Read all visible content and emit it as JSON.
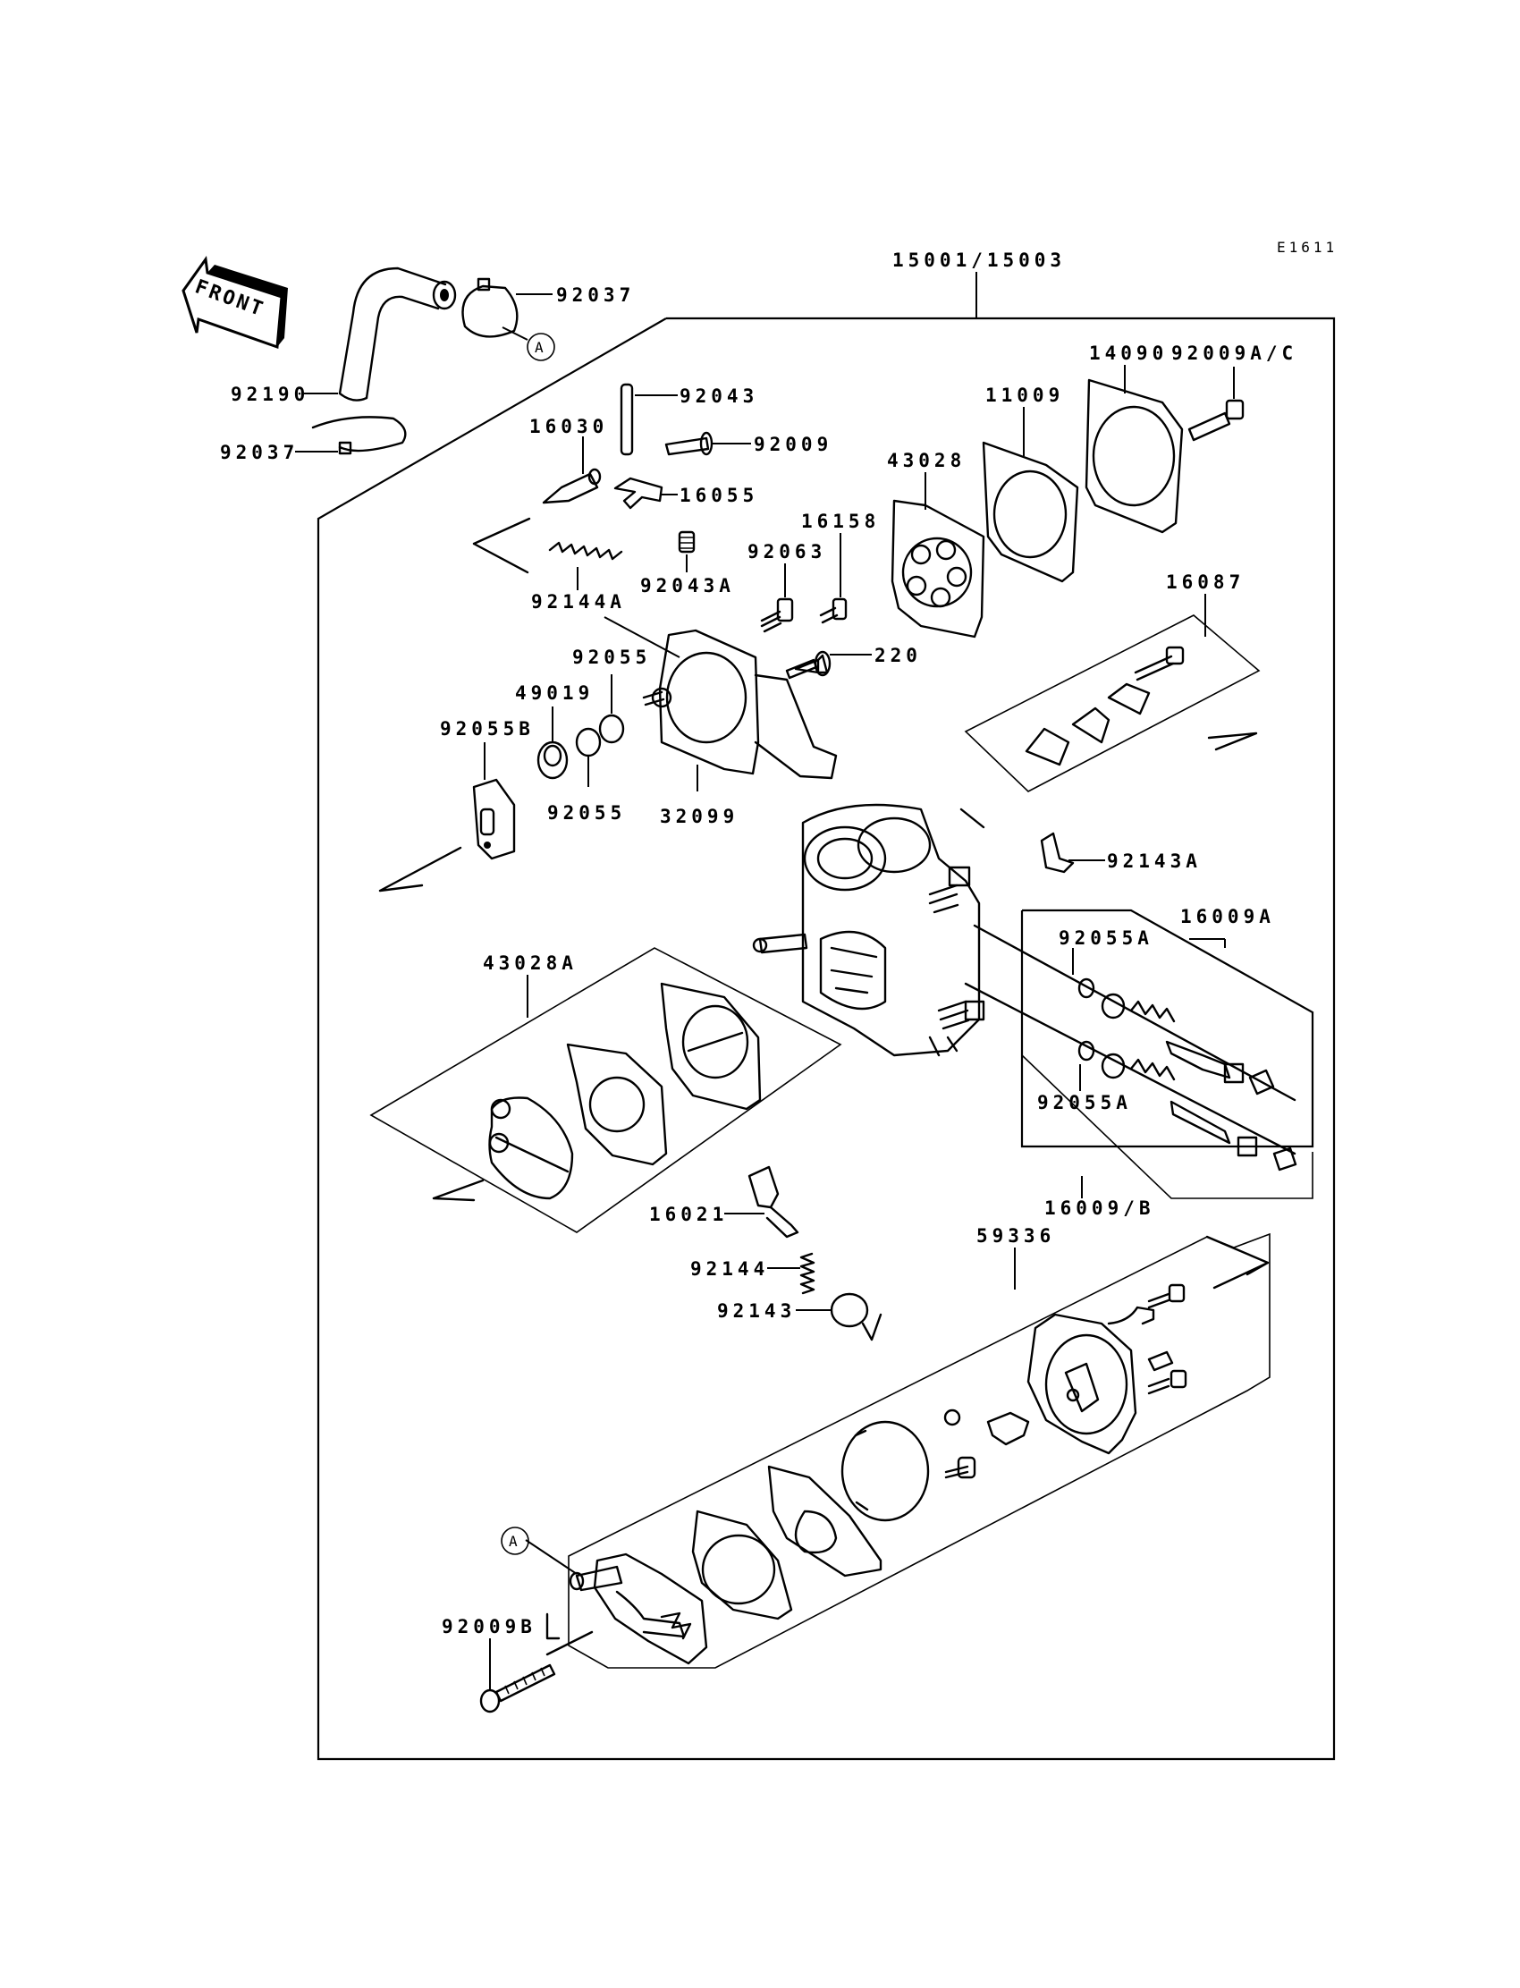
{
  "diagram_code": "E1611",
  "front_label": "FRONT",
  "ref_marker": "A",
  "assembly_label": "15001/15003",
  "labels": {
    "l92037a": "92037",
    "l92190": "92190",
    "l92037b": "92037",
    "l92043": "92043",
    "l92009": "92009",
    "l16030": "16030",
    "l16055": "16055",
    "l92144a": "92144A",
    "l92043a": "92043A",
    "l92063": "92063",
    "l16158": "16158",
    "l43028": "43028",
    "l11009": "11009",
    "l14090": "14090",
    "l92009ac": "92009A/C",
    "l220": "220",
    "l92055": "92055",
    "l49019": "49019",
    "l92055b": "92055B",
    "l92055c": "92055",
    "l32099": "32099",
    "l16087": "16087",
    "l92143a": "92143A",
    "l16009a": "16009A",
    "l92055a1": "92055A",
    "l92055a2": "92055A",
    "l16009b": "16009/B",
    "l43028a": "43028A",
    "l16021": "16021",
    "l92144": "92144",
    "l92143": "92143",
    "l59336": "59336",
    "l92009b": "92009B"
  },
  "colors": {
    "ink": "#000000",
    "paper": "#ffffff"
  }
}
